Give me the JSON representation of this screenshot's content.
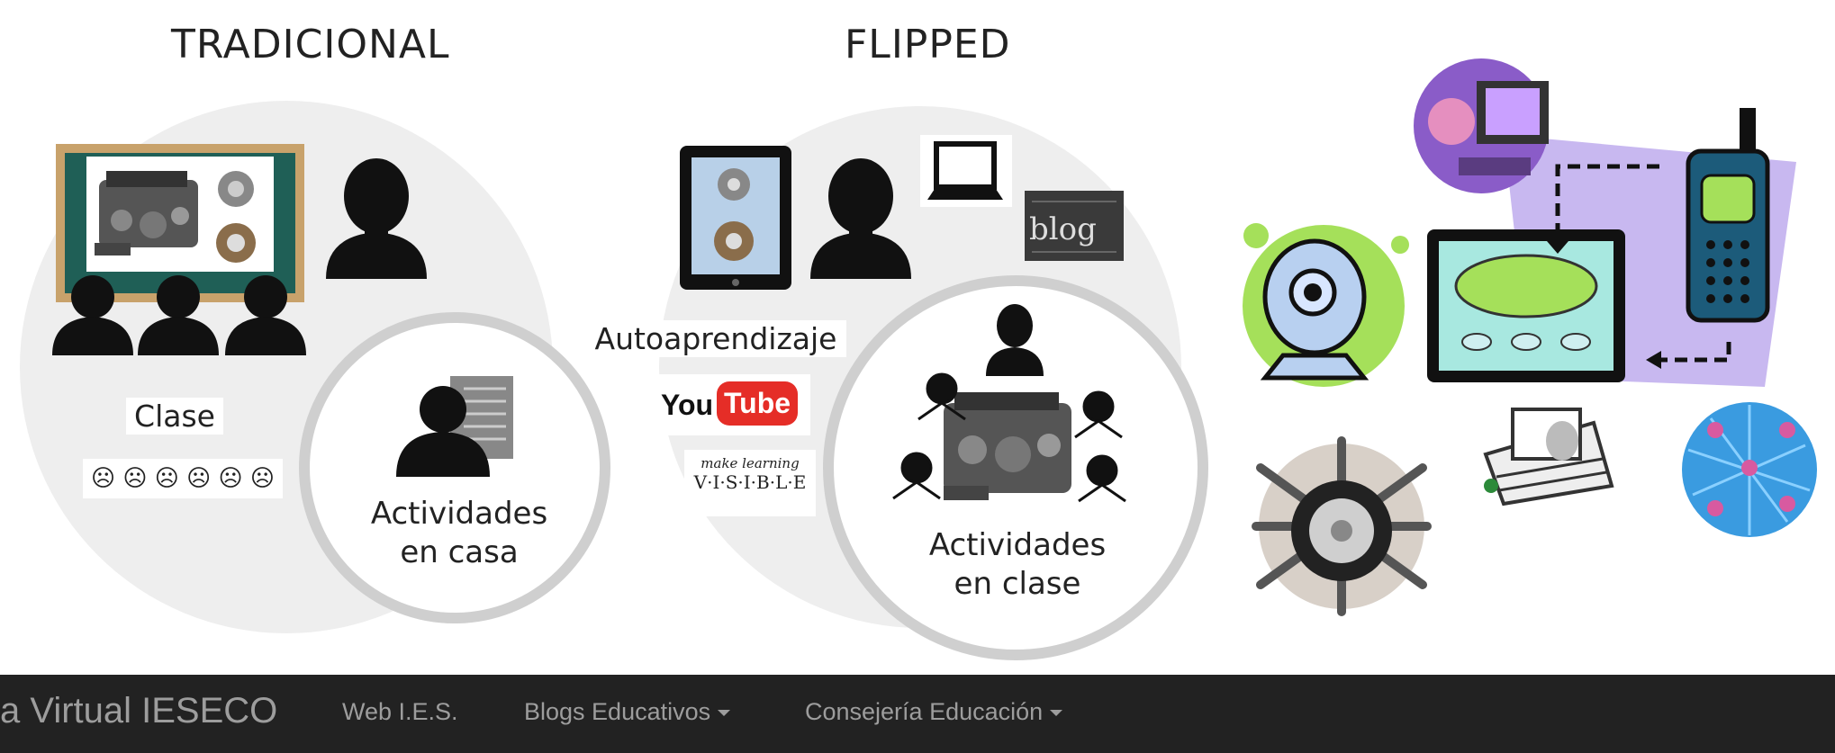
{
  "banner": {
    "traditional": {
      "heading": "TRADICIONAL",
      "class_label": "Clase",
      "home_label_line1": "Actividades",
      "home_label_line2": "en casa",
      "emoji_row": "☹ ☹ ☹ ☹ ☹ ☹"
    },
    "flipped": {
      "heading": "FLIPPED",
      "self_learning_label": "Autoaprendizaje",
      "youtube_you": "You",
      "youtube_tube": "Tube",
      "blog_text": "blog",
      "visible_line1": "make learning",
      "visible_line2": "V·I·S·I·B·L·E",
      "class_label_line1": "Actividades",
      "class_label_line2": "en clase"
    }
  },
  "navbar": {
    "brand": "a Virtual IESECO",
    "links": [
      {
        "label": "Web I.E.S.",
        "dropdown": false
      },
      {
        "label": "Blogs Educativos",
        "dropdown": true
      },
      {
        "label": "Consejería Educación",
        "dropdown": true
      }
    ]
  },
  "colors": {
    "navbar_bg": "#222222",
    "navbar_text": "#9d9d9d",
    "circle_bg": "#eeeeee",
    "circle_ring": "#cfcfcf",
    "board_green": "#1f5f56",
    "board_frame": "#c8a26b",
    "youtube_red": "#e52d27",
    "webcam_green": "#a5e05a",
    "purple_bg": "#c8b8f0"
  }
}
